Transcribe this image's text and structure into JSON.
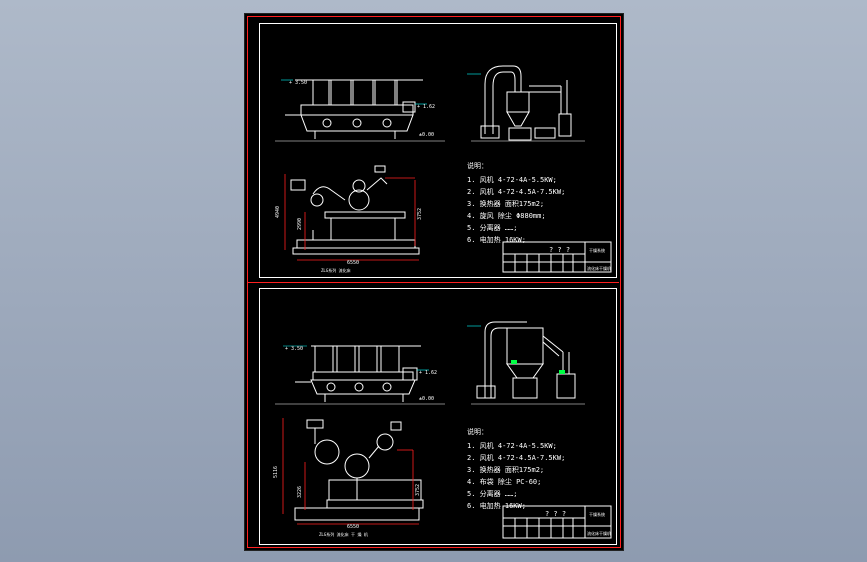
{
  "colors": {
    "background": "#9aa6ba",
    "sheet": "#000000",
    "line": "#ffffff",
    "dimension": "#ff2020",
    "cyan": "#00ffff",
    "green": "#00ff44",
    "yellow": "#ffff00"
  },
  "panels": [
    {
      "dims": {
        "height_left": "+ 3.50",
        "mid_mark": "+ 1.62",
        "ground": "±0.00",
        "vertical_left": "4940",
        "inner": "2990",
        "right": "3752",
        "bottom": "6550"
      },
      "caption": "ZLG系列 流化床 ",
      "notes_title": "说明：",
      "notes": [
        "1. 风机 4-72-4A-5.5KW;",
        "2. 风机 4-72-4.5A-7.5KW;",
        "3. 换热器 面积175m2;",
        "4. 旋风 除尘 Φ880mm;",
        "5. 分离器 ……;",
        "6. 电加热 16KW;"
      ],
      "title_block": {
        "project": "? ? ?",
        "name": "干燥系统",
        "drawing": "流化床干燥机"
      }
    },
    {
      "dims": {
        "height_left": "+ 3.50",
        "mid_mark": "+ 1.62",
        "ground": "±0.00",
        "vertical_left": "5116",
        "inner": "3226",
        "right": "3752",
        "bottom": "6550"
      },
      "caption": "ZLG系列 流化床 干 燥 机 ",
      "notes_title": "说明：",
      "notes": [
        "1. 风机 4-72-4A-5.5KW;",
        "2. 风机 4-72-4.5A-7.5KW;",
        "3. 换热器 面积175m2;",
        "4. 布袋 除尘 PC-60;",
        "5. 分离器 ……;",
        "6. 电加热 16KW;"
      ],
      "title_block": {
        "project": "? ? ?",
        "name": "干燥系统",
        "drawing": "流化床干燥机"
      }
    }
  ]
}
